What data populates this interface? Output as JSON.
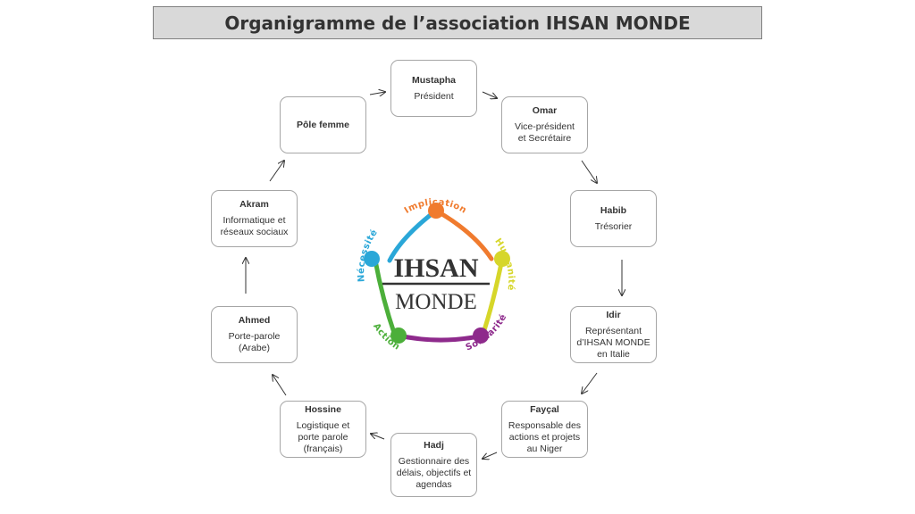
{
  "title": "Organigramme de l’association IHSAN MONDE",
  "nodes": [
    {
      "name": "Mustapha",
      "role": "Président"
    },
    {
      "name": "Omar",
      "role": "Vice-président\net Secrétaire"
    },
    {
      "name": "Habib",
      "role": "Trésorier"
    },
    {
      "name": "Idir",
      "role": "Représentant\nd’IHSAN MONDE\nen Italie"
    },
    {
      "name": "Fayçal",
      "role": "Responsable des\nactions et projets\nau Niger"
    },
    {
      "name": "Hadj",
      "role": "Gestionnaire des\ndélais, objectifs et\nagendas"
    },
    {
      "name": "Hossine",
      "role": "Logistique et\nporte parole\n(français)"
    },
    {
      "name": "Ahmed",
      "role": "Porte-parole\n(Arabe)"
    },
    {
      "name": "Akram",
      "role": "Informatique et\nréseaux sociaux"
    },
    {
      "name": "Pôle femme",
      "role": ""
    }
  ],
  "logo": {
    "line1": "IHSAN",
    "line2": "MONDE",
    "values": [
      {
        "word": "Implication",
        "color": "#f07b2e"
      },
      {
        "word": "Humanité",
        "color": "#d6d62a"
      },
      {
        "word": "Solidarité",
        "color": "#8e2a8c"
      },
      {
        "word": "Action",
        "color": "#4caf3a"
      },
      {
        "word": "Nécessité",
        "color": "#2aa7d8"
      }
    ]
  }
}
